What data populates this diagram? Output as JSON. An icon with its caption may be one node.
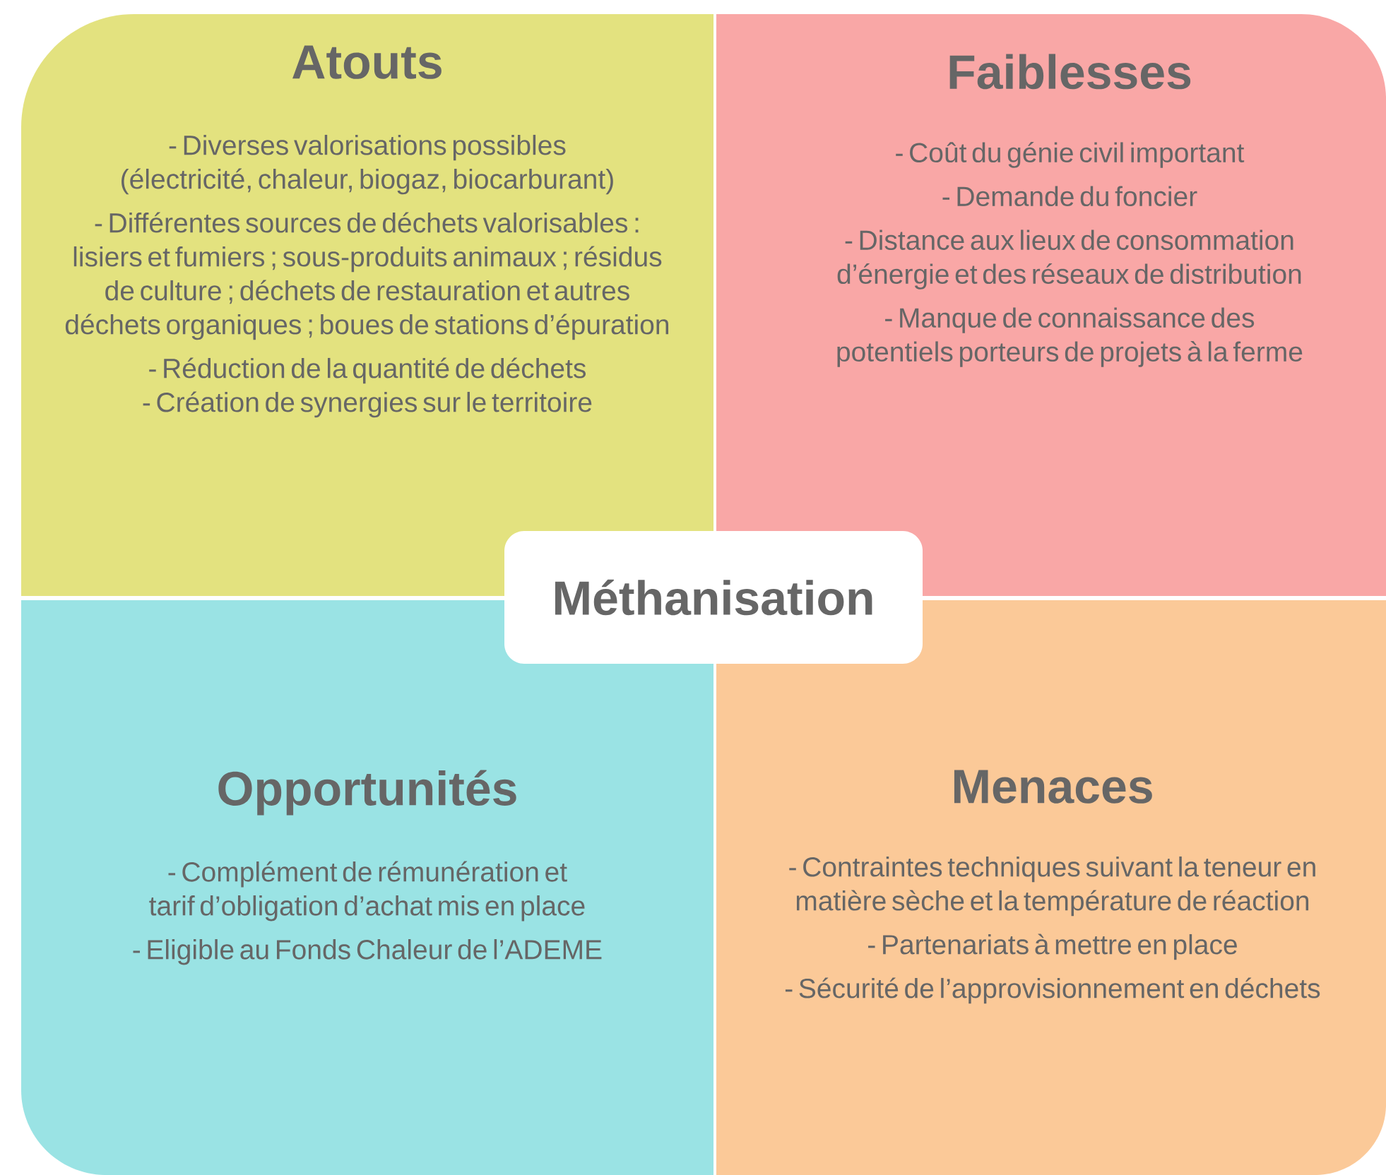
{
  "diagram": {
    "nodes": [
      {
        "text": [
          "Atouts",
          "- Diverses valorisations possibles (électricité, chaleur, biogaz, biocarburant)",
          "- Différentes sources de déchets valorisables : lisiers et fumiers ; sous-produits animaux ; résidus de culture ; déchets de restauration et autres déchets organiques ; boues de stations d’épuration",
          "- Réduction de la quantité de déchets - Création de synergies sur le territoire"
        ]
      },
      {
        "text": [
          "Faiblesses",
          "- Coût du génie civil important",
          "- Demande du foncier",
          "- Distance aux lieux de consommation d’énergie et des réseaux de distribution",
          "- Manque de connaissance des potentiels porteurs de projets à la ferme"
        ]
      },
      {
        "text": [
          "Méthanisation"
        ]
      },
      {
        "text": [
          "Opportunités",
          "- Complément de rémunération et tarif d’obligation d’achat mis en place",
          "- Eligible au Fonds Chaleur de l’ADEME"
        ]
      },
      {
        "text": [
          "Menaces",
          "- Contraintes techniques suivant la teneur en matière sèche et la température de réaction",
          "- Partenariats à mettre en place",
          "- Sécurité de l’approvisionnement en déchets"
        ]
      }
    ]
  }
}
